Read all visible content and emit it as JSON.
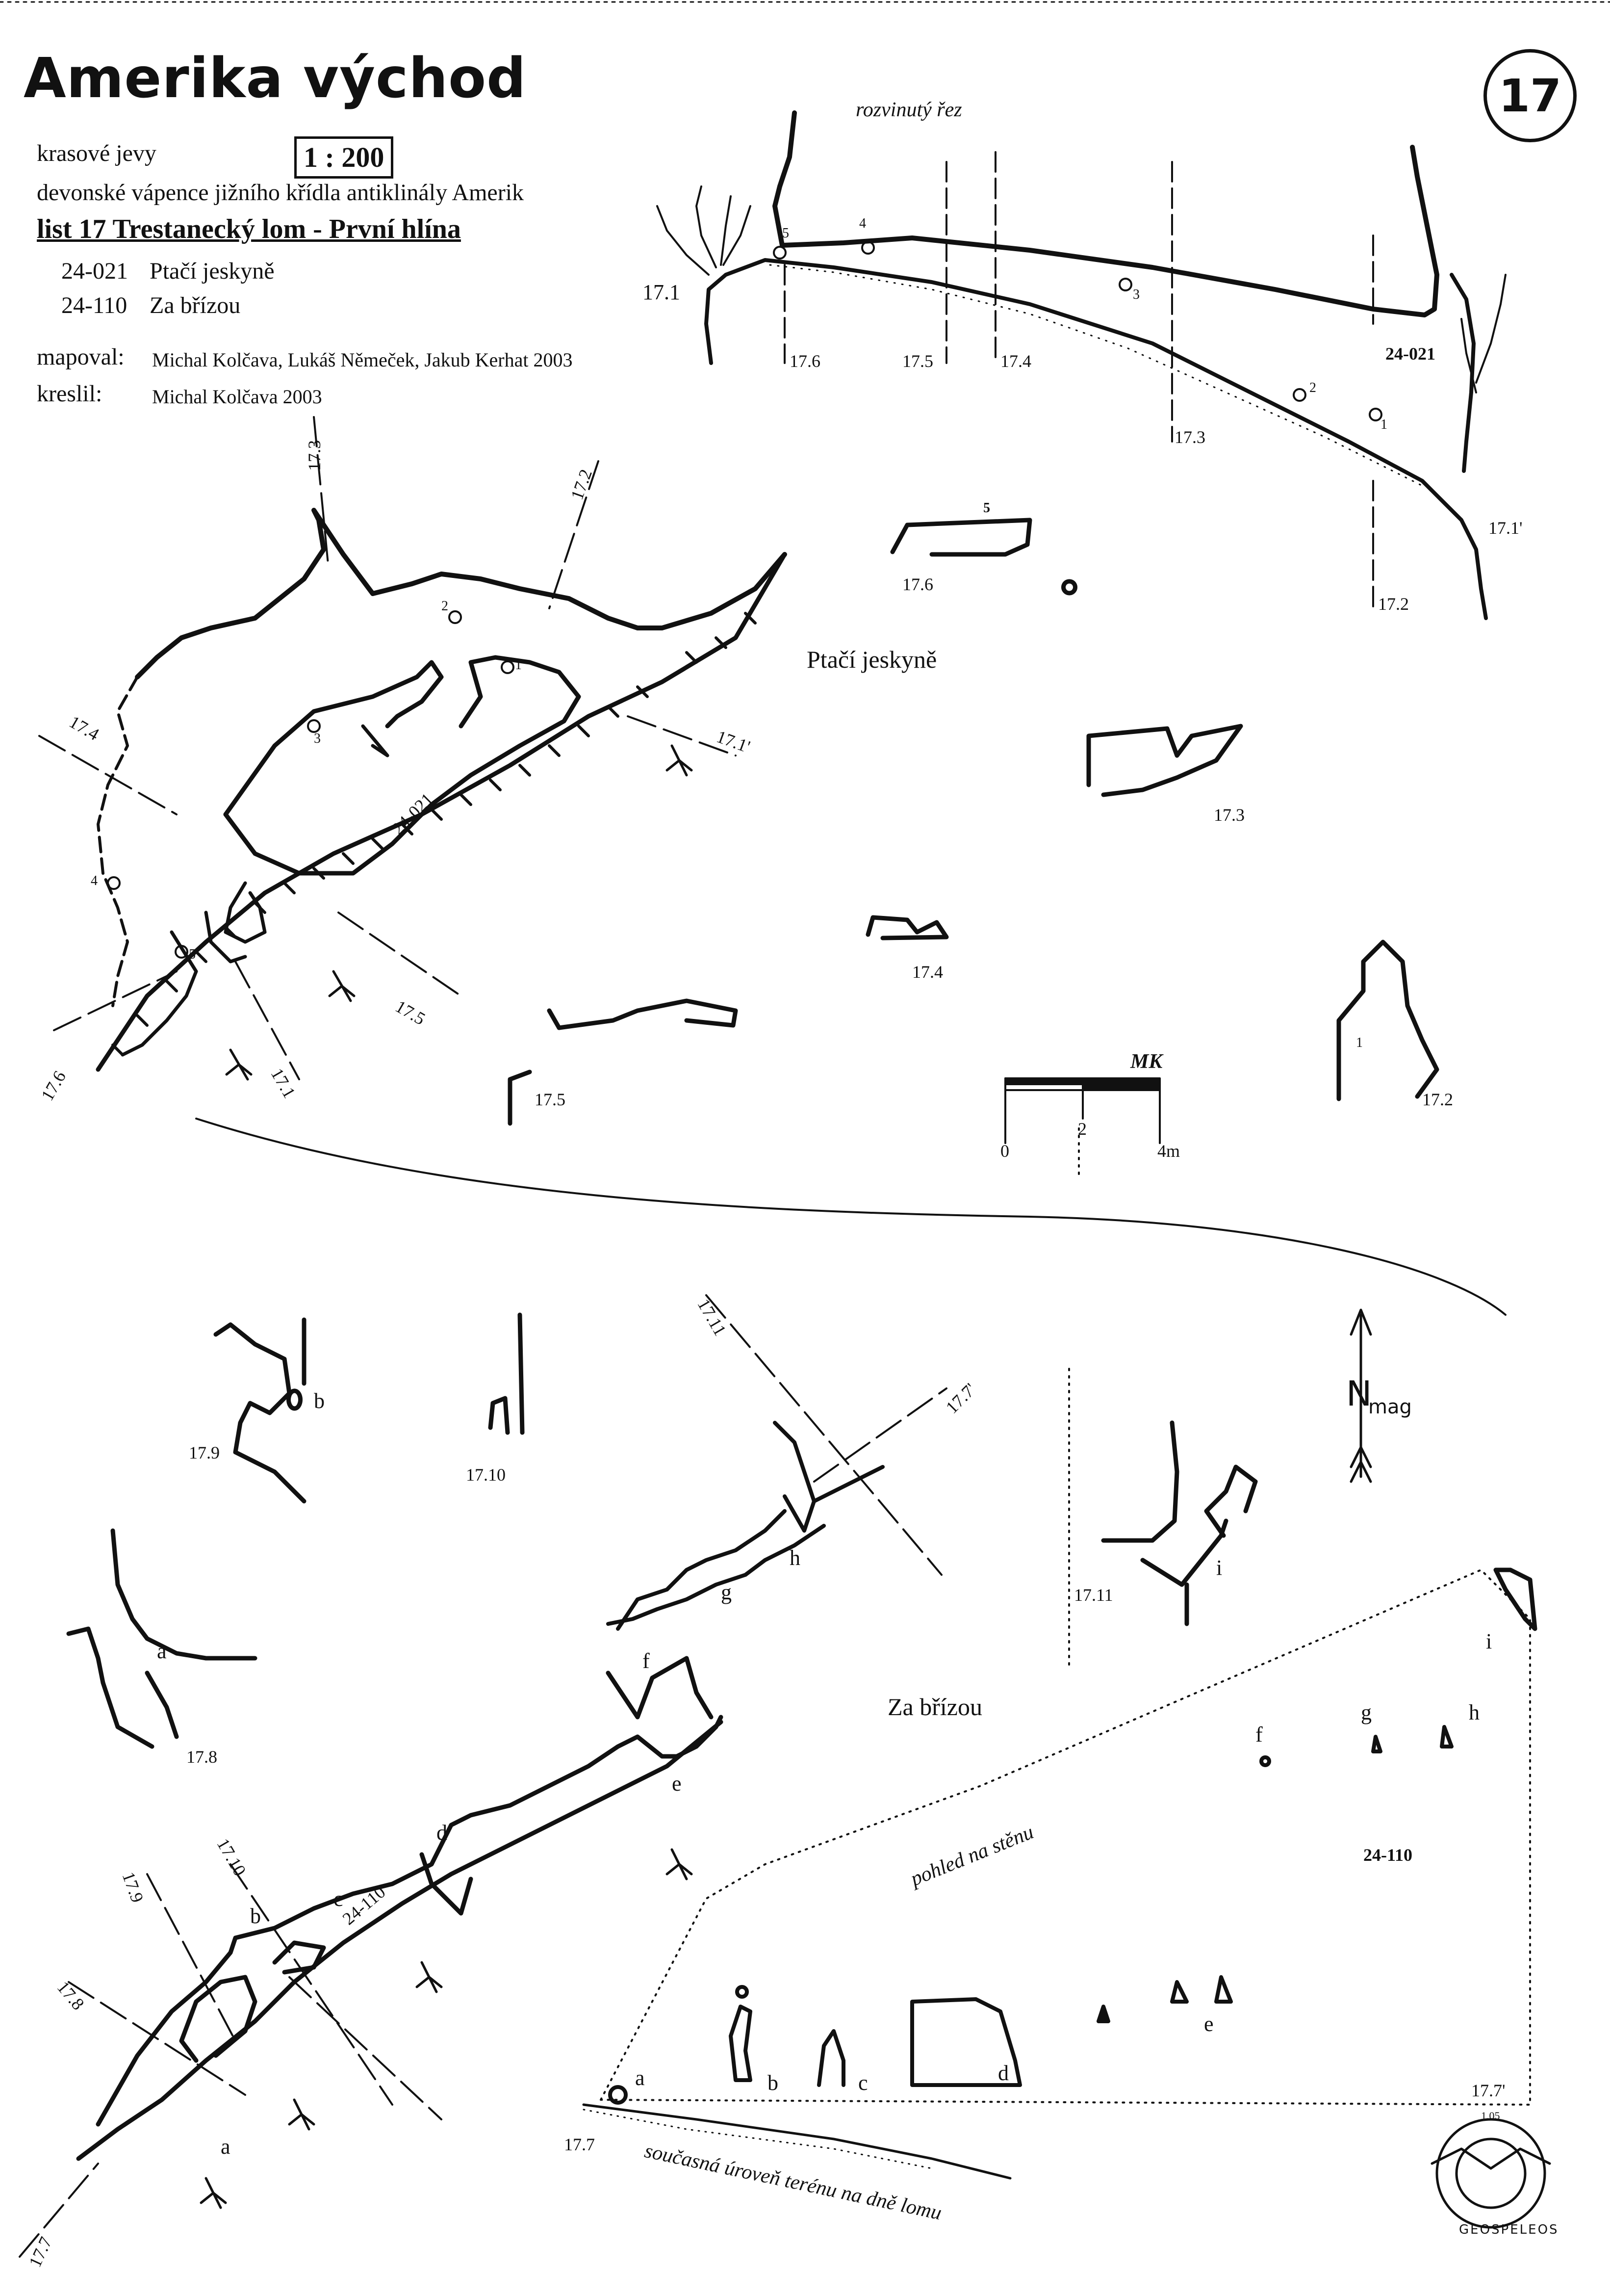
{
  "header": {
    "title": "Amerika východ",
    "sheet_number": "17",
    "category": "krasové jevy",
    "scale": "1 : 200",
    "geology": "devonské vápence jižního křídla antiklinály Amerik",
    "sheet_title": "list 17  Trestanecký lom - První hlína",
    "caves": [
      {
        "code": "24-021",
        "name": "Ptačí jeskyně"
      },
      {
        "code": "24-110",
        "name": "Za břízou"
      }
    ],
    "mapped_label": "mapoval:",
    "mapped_by": "Michal Kolčava, Lukáš Němeček, Jakub Kerhat 2003",
    "drawn_label": "kreslil:",
    "drawn_by": "Michal Kolčava 2003"
  },
  "ptaci": {
    "profile_title": "rozvinutý řez",
    "profile_code": "24-021",
    "plan_code": "24-021",
    "name": "Ptačí jeskyně",
    "profile_sections": [
      "17.1",
      "17.6",
      "17.5",
      "17.4",
      "17.3",
      "17.2",
      "17.1'"
    ],
    "profile_points": [
      "5",
      "4",
      "3",
      "2",
      "1"
    ],
    "plan_sections": [
      "17.3",
      "17.2",
      "17.4",
      "17.1'",
      "17.5",
      "17.1",
      "17.6"
    ],
    "plan_points": [
      "1",
      "2",
      "3",
      "4",
      "5"
    ],
    "cross_sections": [
      "17.6",
      "17.3",
      "17.4",
      "17.5",
      "17.2"
    ],
    "cross_points": [
      "5",
      "1"
    ]
  },
  "scale_bar": {
    "labels": [
      "0",
      "2",
      "4m"
    ],
    "author_mark": "MK"
  },
  "north_arrow": {
    "label": "N",
    "sub": "mag"
  },
  "zabrizou": {
    "name": "Za břízou",
    "code": "24-110",
    "plan_code": "24-110",
    "wall_view_label": "pohled na stěnu",
    "terrain_label": "současná úroveň terénu na dně lomu",
    "cross_sections": [
      "17.9",
      "17.10",
      "17.8",
      "17.11"
    ],
    "cross_letters": [
      "b",
      "a",
      "i"
    ],
    "plan_sections": [
      "17.11",
      "17.7'",
      "17.10",
      "17.9",
      "17.8",
      "17.7"
    ],
    "plan_letters": [
      "h",
      "g",
      "f",
      "e",
      "d",
      "c",
      "b",
      "a"
    ],
    "wall_letters": [
      "i",
      "f",
      "g",
      "h",
      "a",
      "b",
      "c",
      "d",
      "e"
    ],
    "wall_sections": [
      "17.7'",
      "17.7"
    ]
  },
  "logo": {
    "text": "GEOSPELEOS",
    "id": "1.05"
  }
}
